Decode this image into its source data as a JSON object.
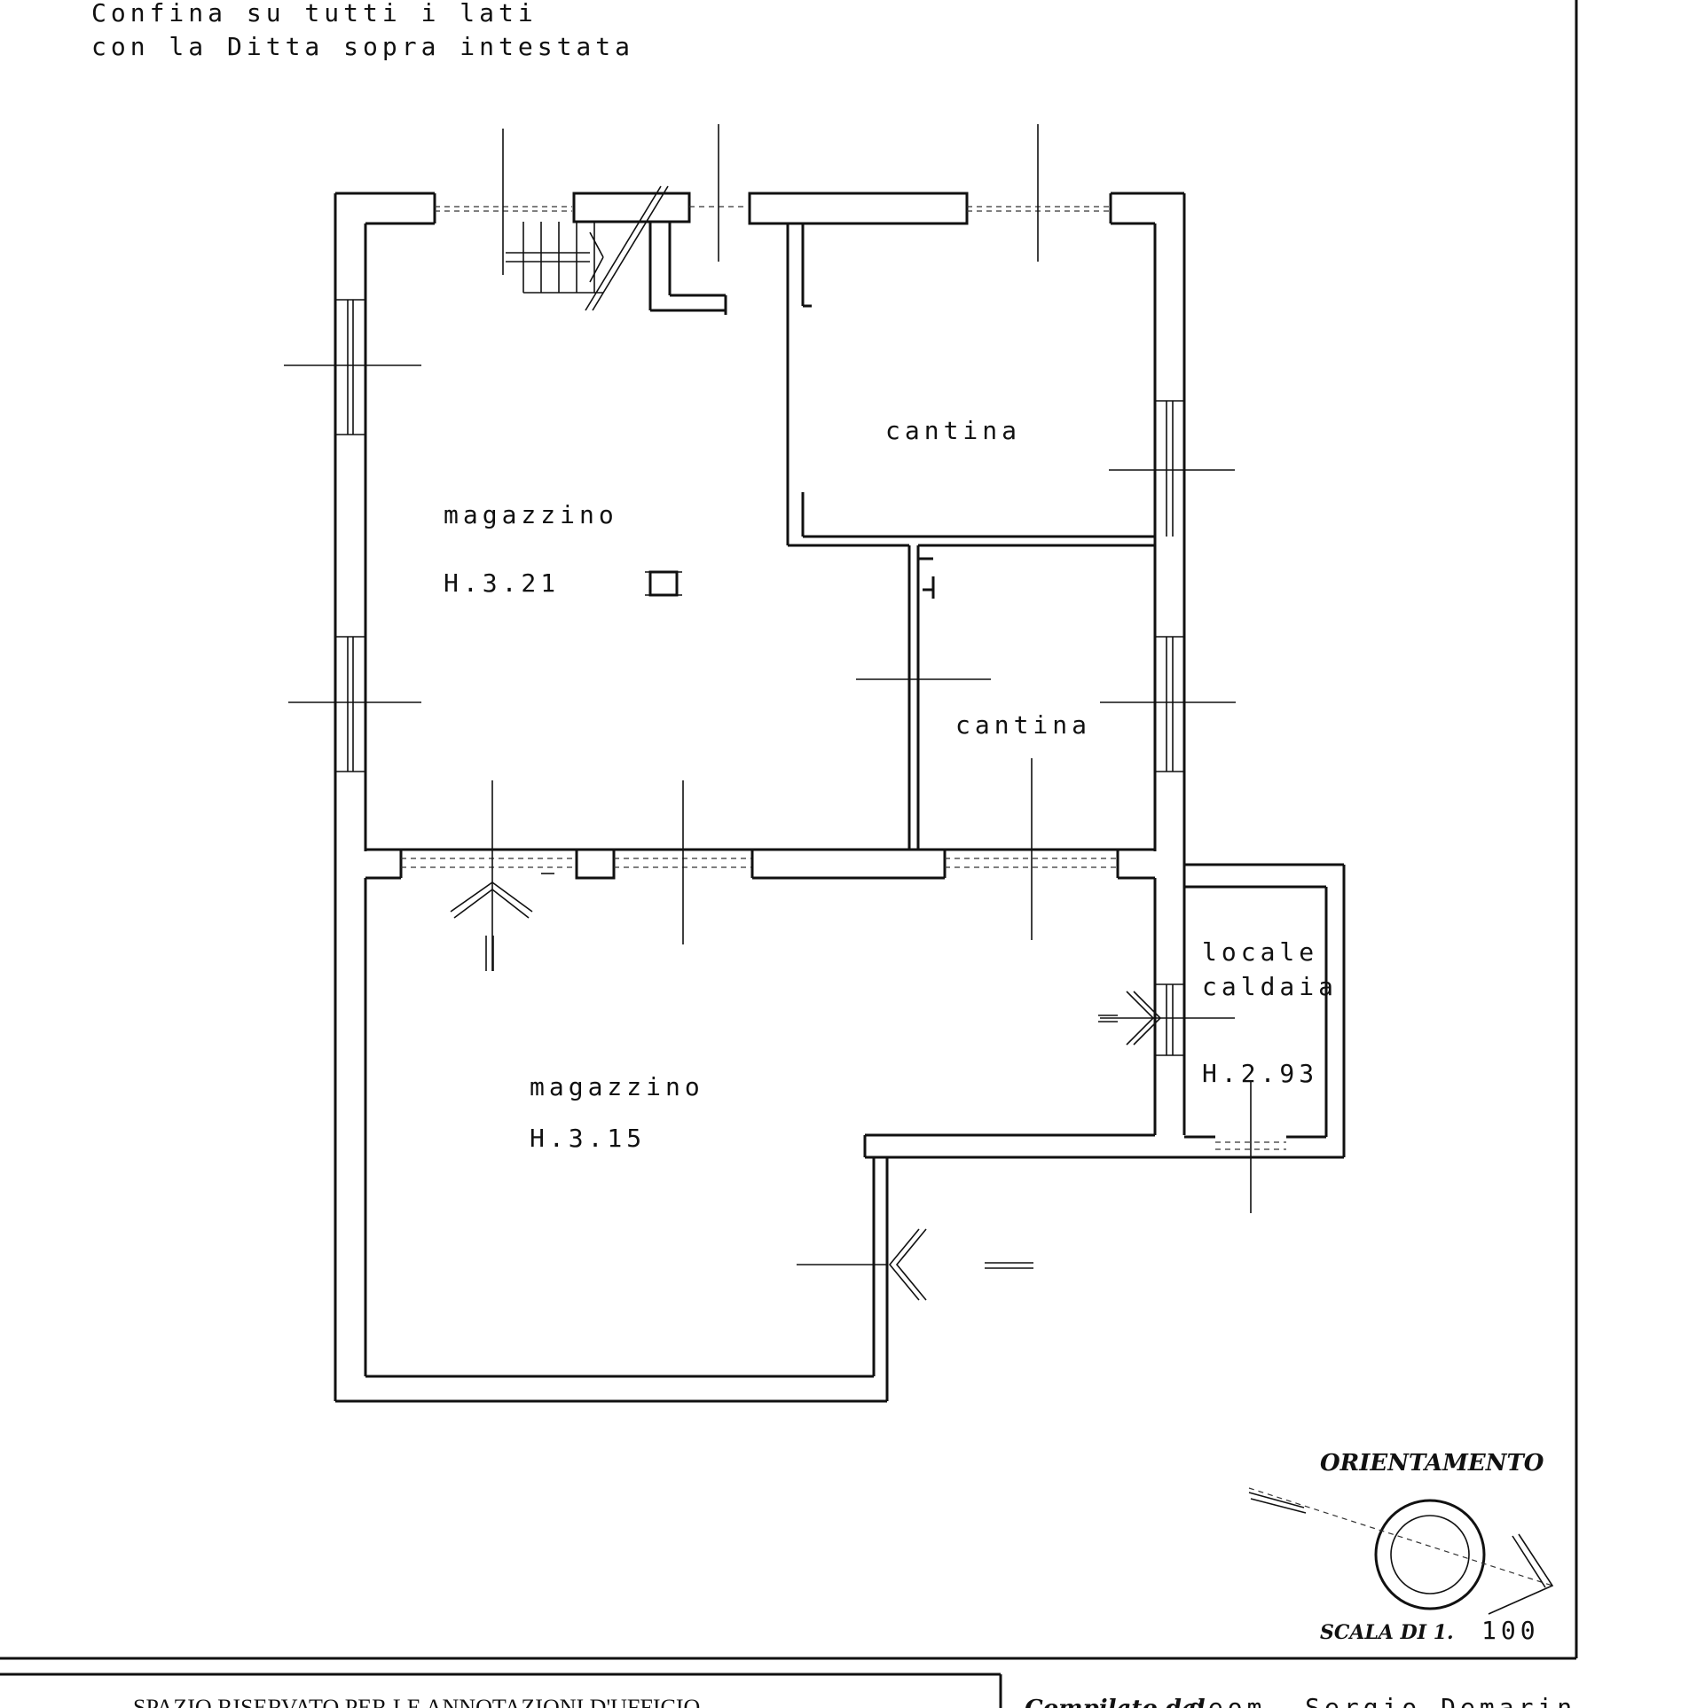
{
  "header": {
    "note_line1": "Confina su tutti i lati",
    "note_line2": "con la Ditta sopra intestata"
  },
  "rooms": {
    "room1_name": "magazzino",
    "room1_height": "H.3.21",
    "room2_name": "cantina",
    "room3_name": "cantina",
    "room4_name": "magazzino",
    "room4_height": "H.3.15",
    "room5_name_line1": "locale",
    "room5_name_line2": "caldaia",
    "room5_height": "H.2.93"
  },
  "legend": {
    "orientation_title": "ORIENTAMENTO",
    "scale_label": "SCALA DI 1.",
    "scale_value": "100"
  },
  "footer": {
    "office_box_title": "SPAZIO RISERVATO PER LE ANNOTAZIONI D'UFFICIO",
    "compiled_by_label": "Compilato dal",
    "compiled_by_value": "geom. Sergio Demarin"
  }
}
